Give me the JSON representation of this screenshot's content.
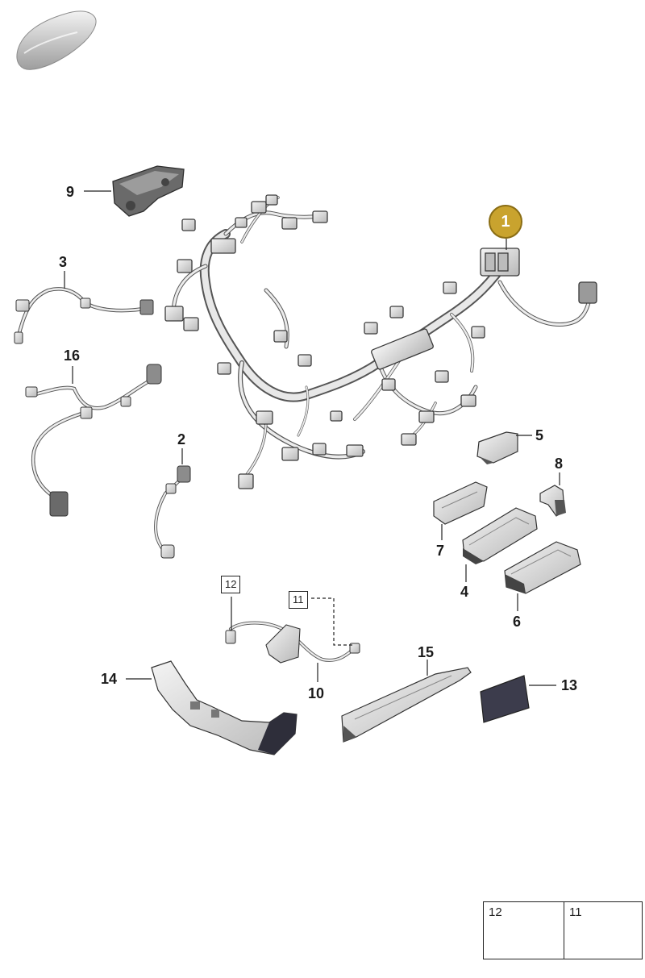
{
  "callouts": {
    "c1": "1",
    "c2": "2",
    "c3": "3",
    "c4": "4",
    "c5": "5",
    "c6": "6",
    "c7": "7",
    "c8": "8",
    "c9": "9",
    "c10": "10",
    "c11": "11",
    "c12": "12",
    "c13": "13",
    "c14": "14",
    "c15": "15",
    "c16": "16"
  },
  "legend": {
    "left_label": "12",
    "right_label": "11"
  },
  "colors": {
    "badge": "#c9a32e",
    "part_fill": "#e6e6e6",
    "part_stroke": "#4a4a4a",
    "dark_part": "#3a3a4a"
  }
}
